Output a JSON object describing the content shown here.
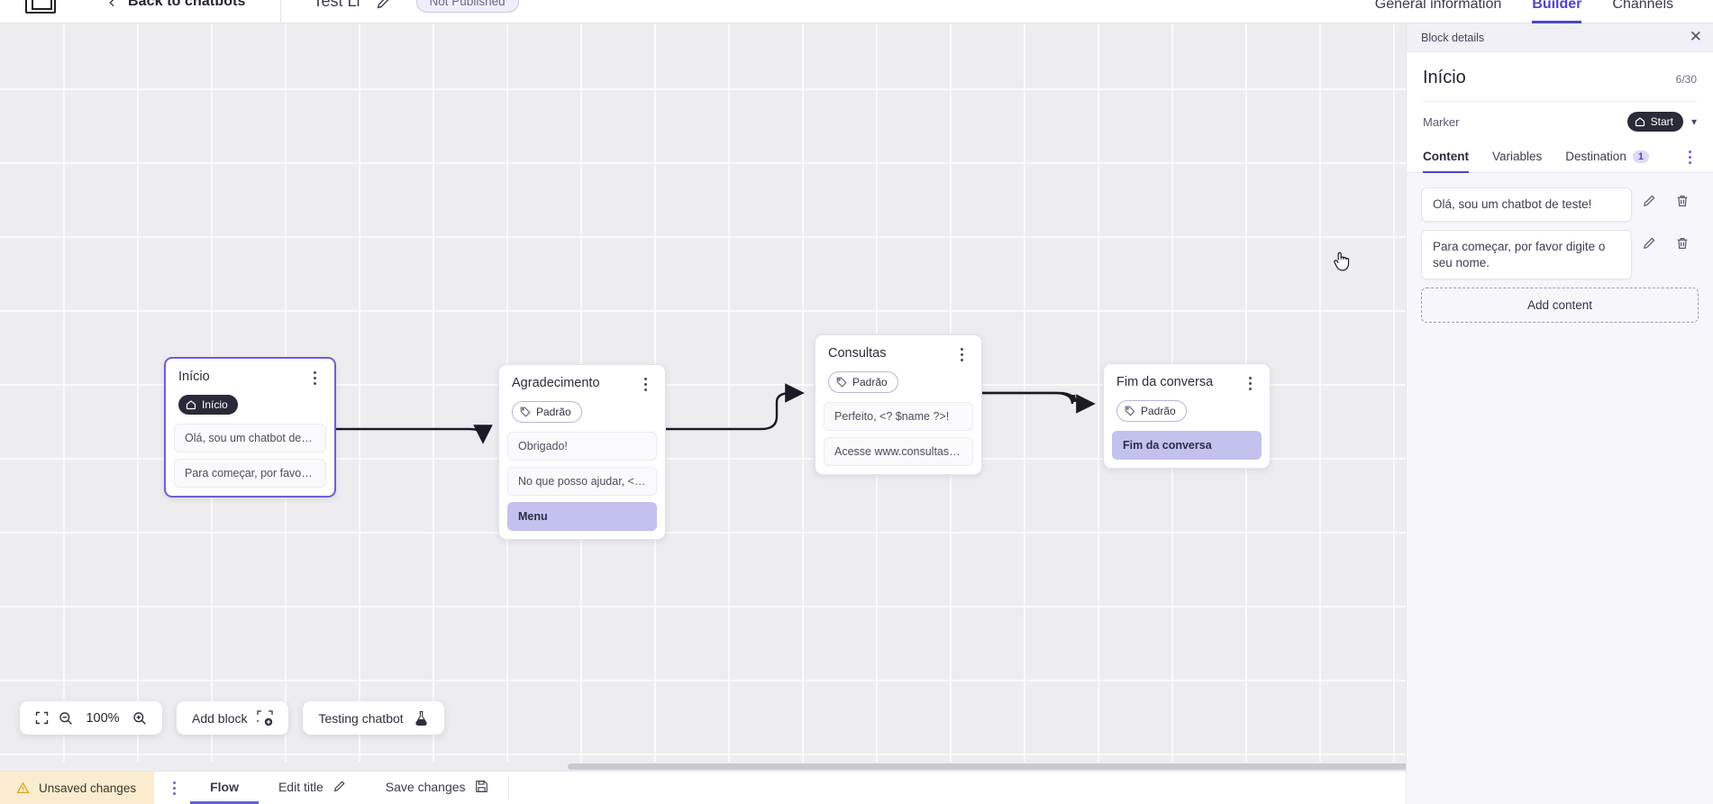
{
  "header": {
    "logo_name": "app-logo",
    "back_label": "Back to chatbots",
    "bot_name": "Test Li",
    "status_badge": "Not Published",
    "tabs": [
      {
        "label": "General information",
        "active": false
      },
      {
        "label": "Builder",
        "active": true
      },
      {
        "label": "Channels",
        "active": false
      }
    ]
  },
  "canvas": {
    "zoom_level": "100%",
    "add_block_label": "Add block",
    "testing_label": "Testing chatbot",
    "nodes": [
      {
        "title": "Início",
        "chip": "Início",
        "chip_type": "start",
        "selected": true,
        "messages": [
          {
            "text": "Olá, sou um chatbot de teste!",
            "highlight": false
          },
          {
            "text": "Para começar, por favor digite o ...",
            "highlight": false
          }
        ]
      },
      {
        "title": "Agradecimento",
        "chip": "Padrão",
        "chip_type": "default",
        "selected": false,
        "messages": [
          {
            "text": "Obrigado!",
            "highlight": false
          },
          {
            "text": "No que posso ajudar, <? $name ...",
            "highlight": false
          },
          {
            "text": "Menu",
            "highlight": true
          }
        ]
      },
      {
        "title": "Consultas",
        "chip": "Padrão",
        "chip_type": "default",
        "selected": false,
        "messages": [
          {
            "text": "Perfeito, <? $name ?>!",
            "highlight": false
          },
          {
            "text": "Acesse www.consultas.com par...",
            "highlight": false
          }
        ]
      },
      {
        "title": "Fim da conversa",
        "chip": "Padrão",
        "chip_type": "default",
        "selected": false,
        "messages": [
          {
            "text": "Fim da conversa",
            "highlight": true
          }
        ]
      }
    ]
  },
  "statusbar": {
    "unsaved_label": "Unsaved changes",
    "flow_label": "Flow",
    "edit_title_label": "Edit title",
    "save_label": "Save changes"
  },
  "panel": {
    "head_title": "Block details",
    "title": "Início",
    "count": "6/30",
    "marker_label": "Marker",
    "marker_value": "Start",
    "tabs": [
      {
        "label": "Content",
        "badge": "",
        "active": true
      },
      {
        "label": "Variables",
        "badge": "",
        "active": false
      },
      {
        "label": "Destination",
        "badge": "1",
        "active": false
      }
    ],
    "contents": [
      {
        "text": "Olá, sou um chatbot de teste!"
      },
      {
        "text": "Para começar, por favor digite o seu nome."
      }
    ],
    "add_content_label": "Add content"
  },
  "colors": {
    "accent": "#4d46c9",
    "accent_soft": "#6b61d6",
    "highlight": "#c3c1ee",
    "warn_bg": "#fbeccf",
    "canvas_bg": "#ededf0"
  }
}
